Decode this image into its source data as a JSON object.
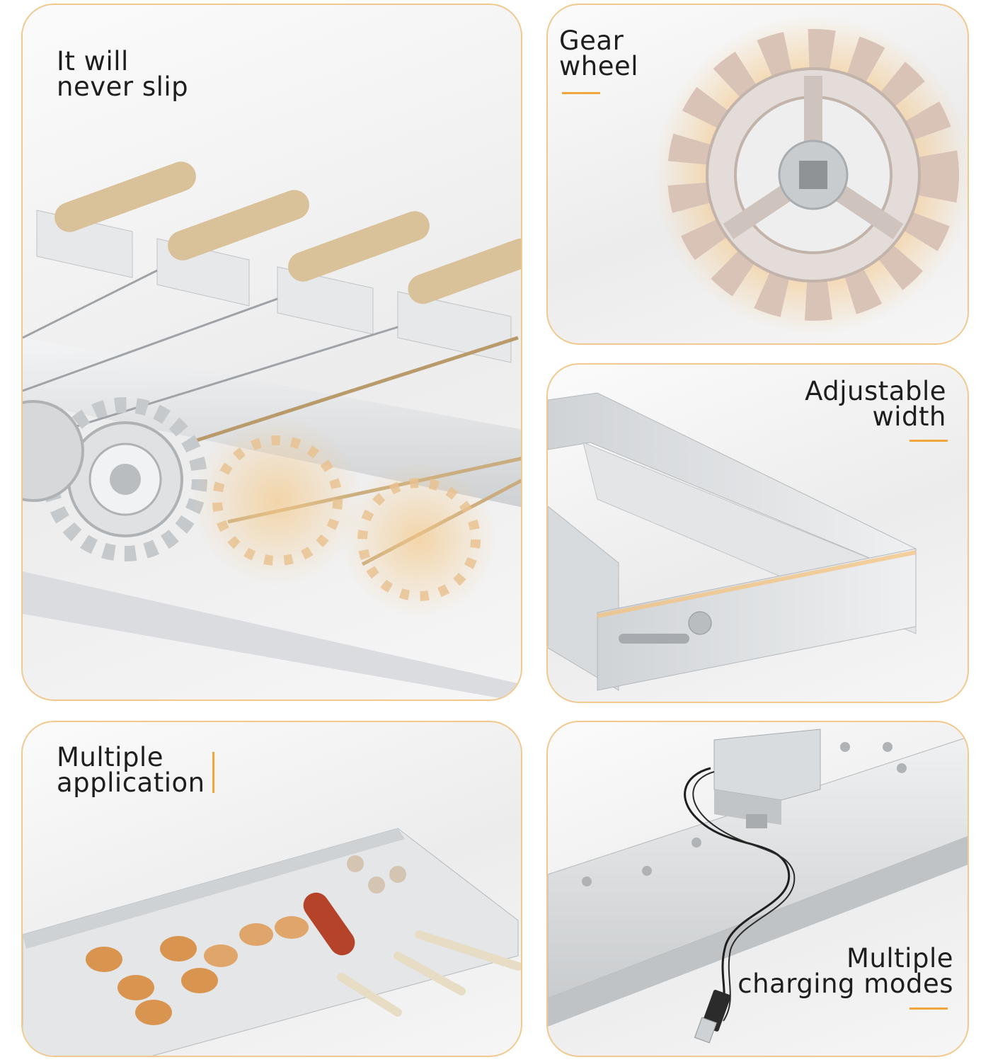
{
  "panels": {
    "slip": {
      "caption": "It will\nnever slip"
    },
    "gear": {
      "caption": "Gear\nwheel"
    },
    "width": {
      "caption": "Adjustable\nwidth"
    },
    "application": {
      "caption": "Multiple\napplication"
    },
    "charging": {
      "caption": "Multiple\ncharging modes"
    }
  },
  "colors": {
    "border": "#f1c98e",
    "accent": "#f0a63a",
    "steel": "#c9cccf",
    "wood": "#d9c29a",
    "meat": "#d9954f",
    "sausage": "#b5432a"
  },
  "icons": [
    "gear-icon",
    "skewer-icon",
    "motor-icon",
    "usb-cable-icon"
  ]
}
